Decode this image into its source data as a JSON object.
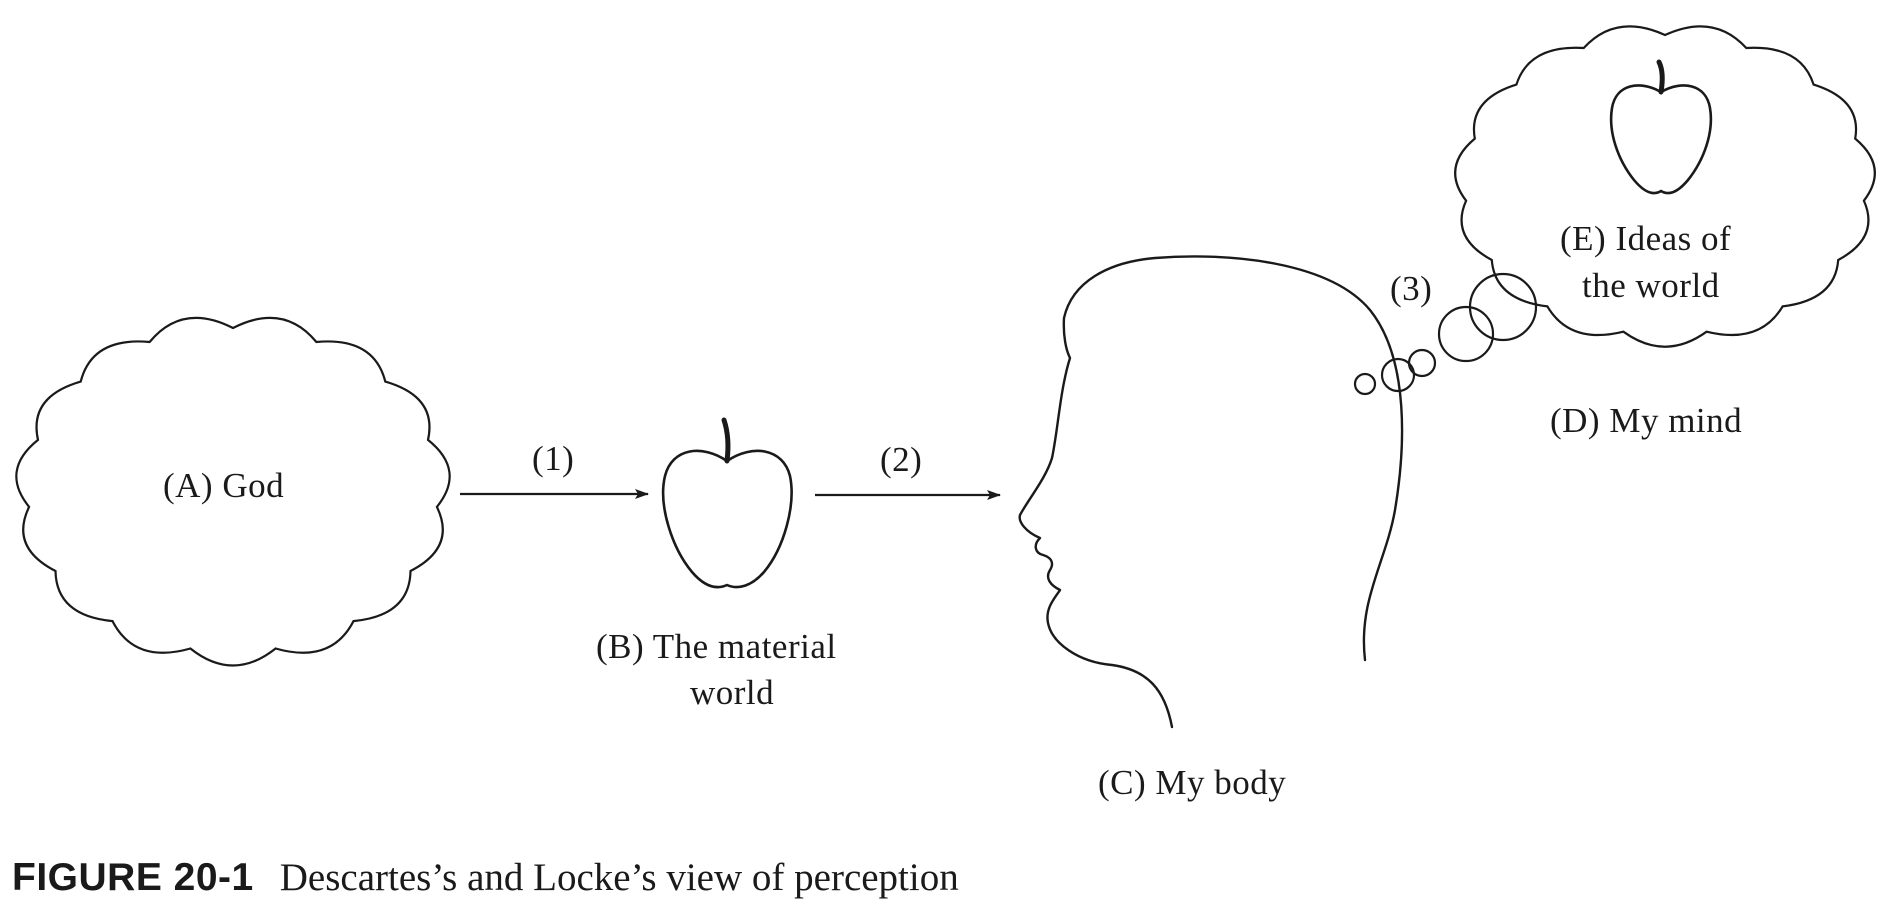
{
  "nodes": {
    "god": "(A)  God",
    "material_world_line1": "(B)  The material",
    "material_world_line2": "world",
    "my_body": "(C)  My body",
    "my_mind": "(D)  My mind",
    "ideas_line1": "(E)  Ideas of",
    "ideas_line2": "the world"
  },
  "edges": {
    "god_to_world": "(1)",
    "world_to_body": "(2)",
    "body_to_mind": "(3)"
  },
  "caption": {
    "label": "FIGURE 20-1",
    "text": "Descartes’s and Locke’s view of perception"
  },
  "icons": [
    "cloud-icon",
    "apple-icon",
    "head-profile-icon",
    "thought-bubble-icon",
    "arrow-icon"
  ],
  "colors": {
    "ink": "#1a1a1a",
    "background": "#ffffff"
  }
}
